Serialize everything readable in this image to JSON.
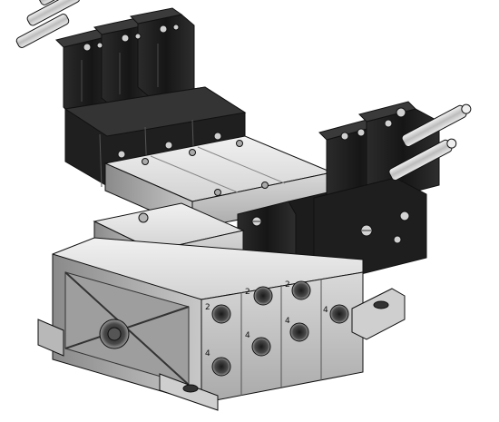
{
  "image": {
    "subject": "pneumatic-solenoid-valve-manifold",
    "background": "#ffffff",
    "colors": {
      "metal_light": "#e4e4e4",
      "metal_mid": "#bdbdbd",
      "metal_dark": "#7d7d7d",
      "coil_black": "#1c1c1c",
      "coil_edge": "#3a3a3a",
      "outline": "#111111"
    }
  },
  "port_labels": {
    "p1": "2",
    "p2": "2",
    "p3": "2",
    "p4": "4",
    "p5": "4",
    "p6": "4",
    "p7": "4"
  }
}
